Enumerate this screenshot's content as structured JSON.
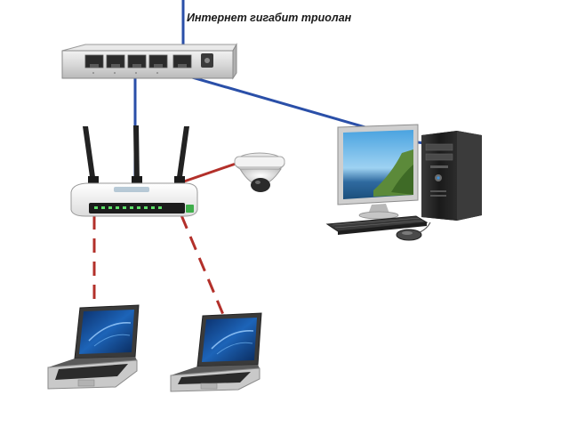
{
  "caption": {
    "text": "Интернет гигабит триолан"
  },
  "devices": {
    "switch": {
      "icon": "network-switch-icon"
    },
    "router": {
      "icon": "wifi-router-icon",
      "antennas": 3
    },
    "camera": {
      "icon": "dome-camera-icon"
    },
    "desktop": {
      "icon": "desktop-computer-icon"
    },
    "laptops": [
      {
        "icon": "laptop-icon"
      },
      {
        "icon": "laptop-icon"
      }
    ]
  },
  "connections": {
    "wired_color": "#2a4fa8",
    "wireless_color": "#b3302a",
    "wired": [
      "internet-to-switch",
      "switch-to-router",
      "switch-to-desktop"
    ],
    "wireless": [
      "router-to-camera",
      "router-to-laptop-1",
      "router-to-laptop-2"
    ]
  }
}
